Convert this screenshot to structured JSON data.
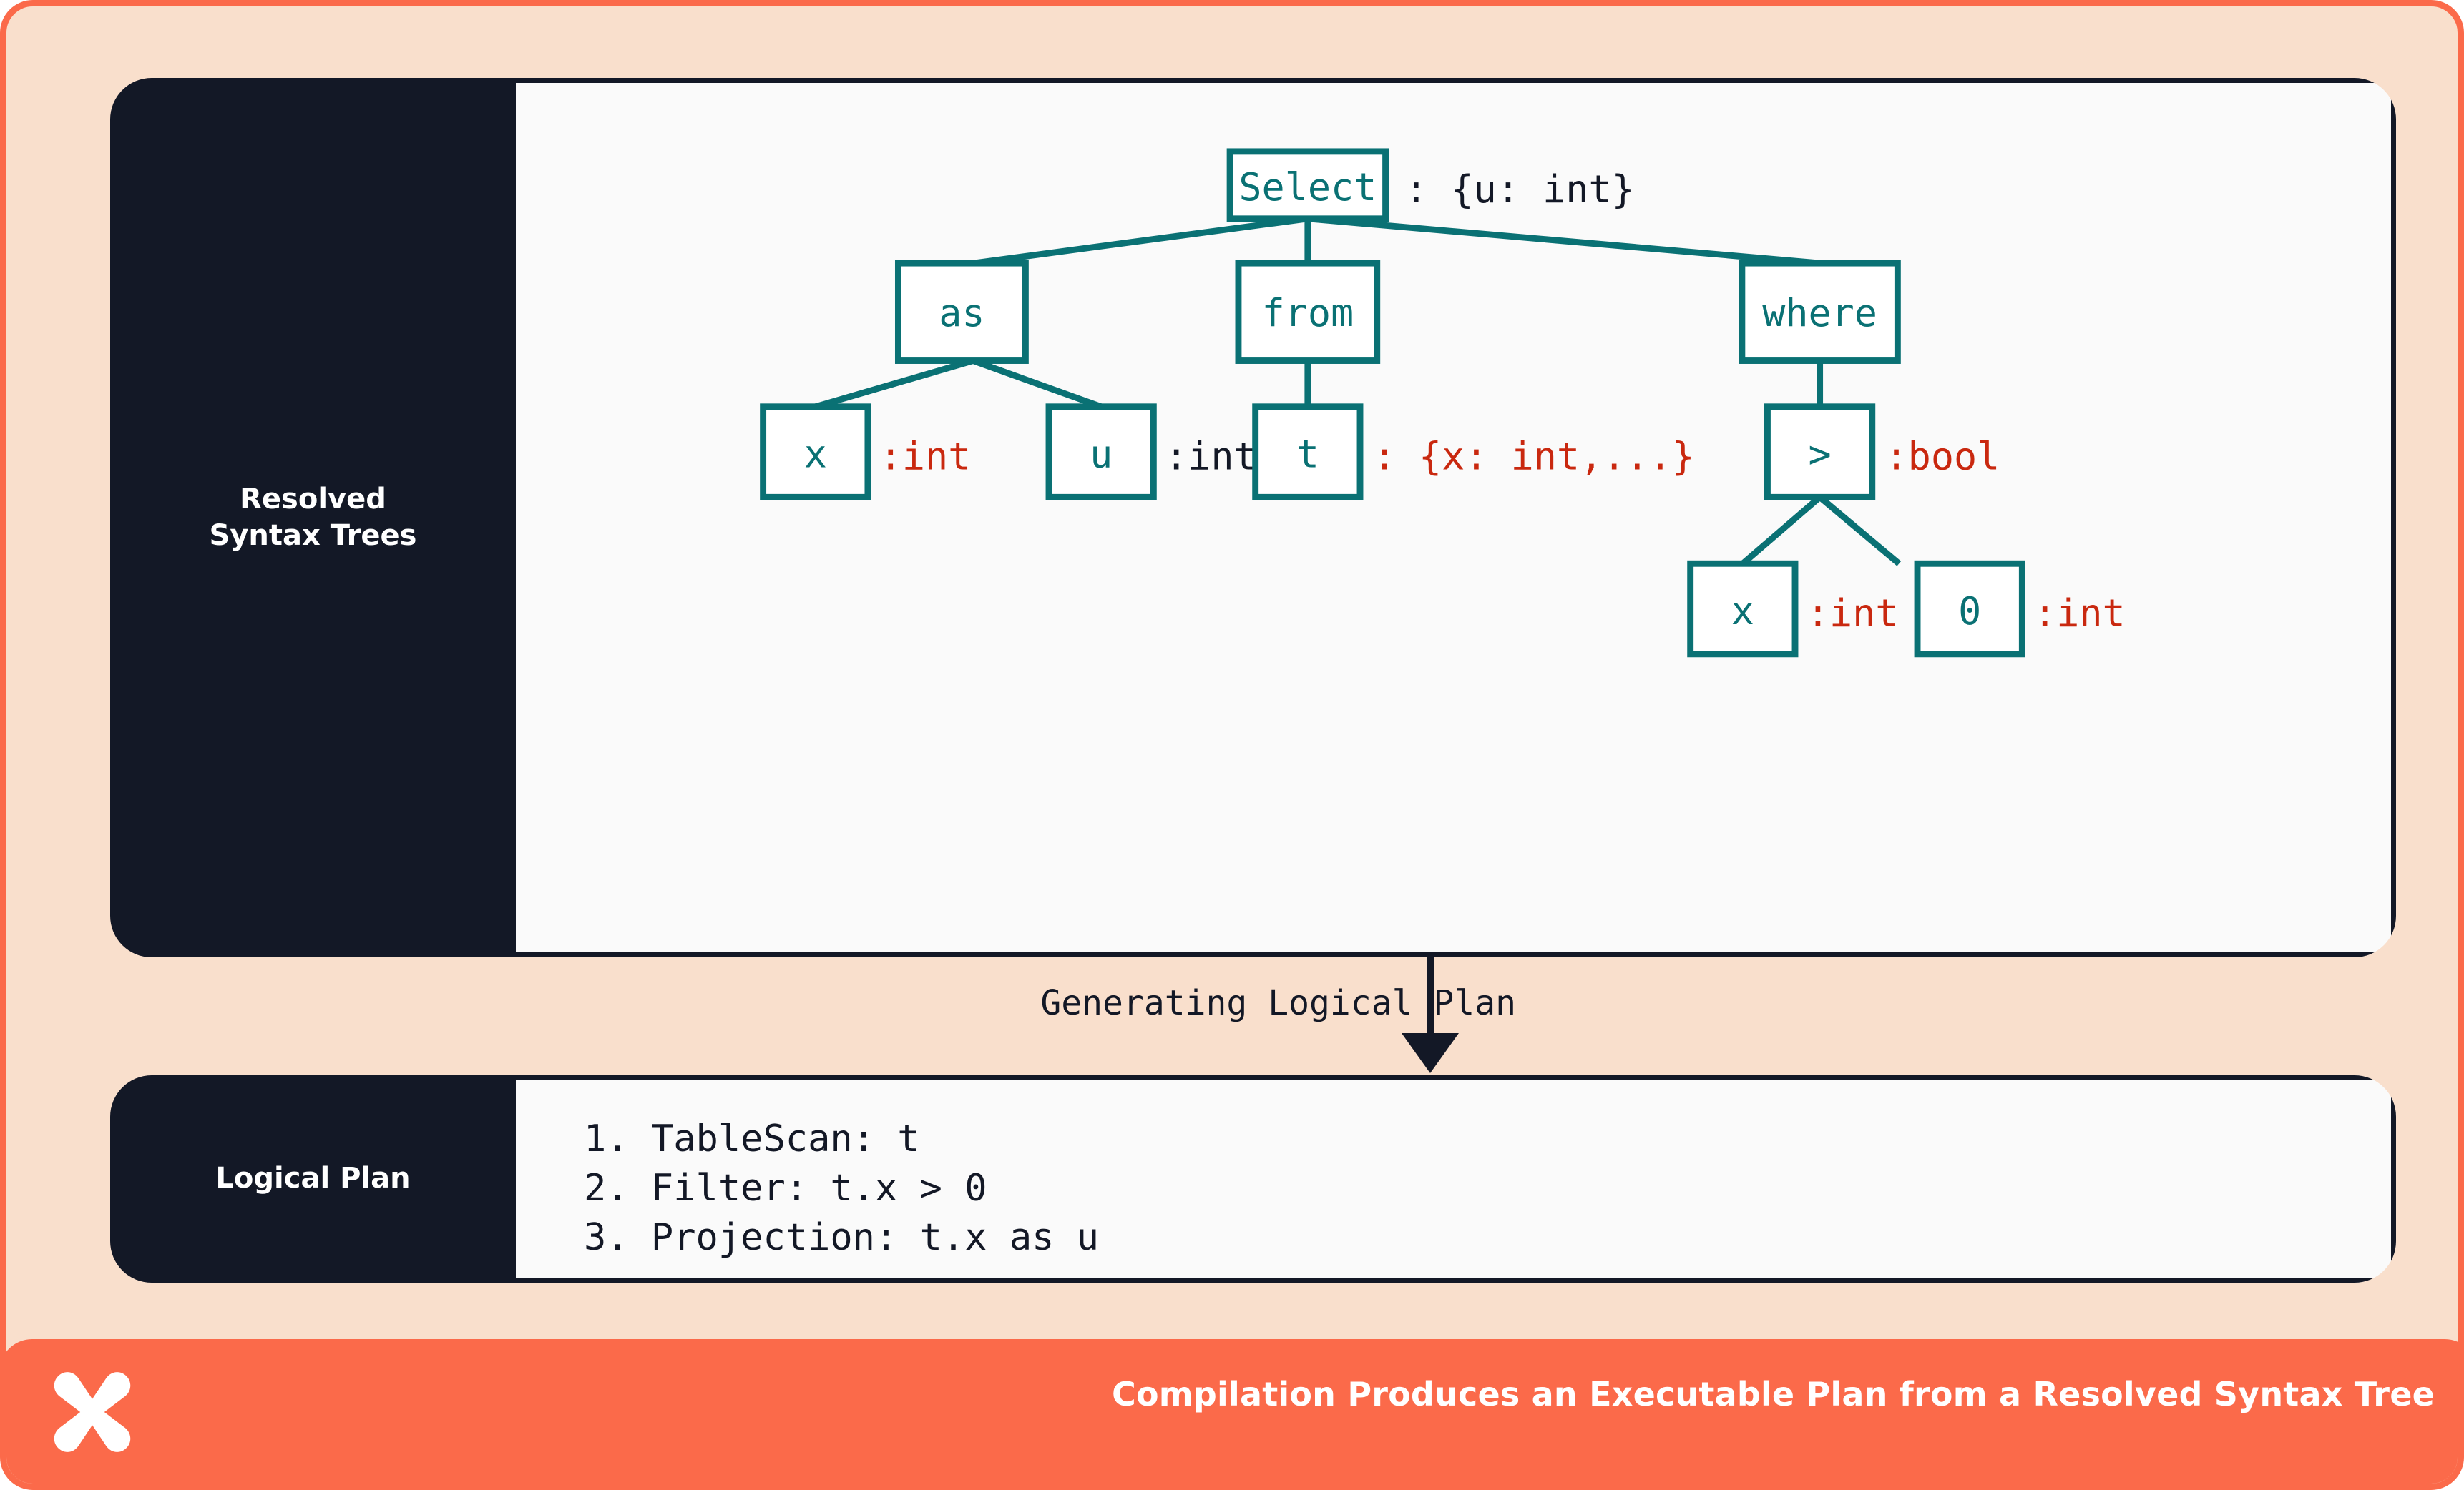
{
  "theme": {
    "page_bg": "#F9DFCC",
    "border_orange": "#FB6A4A",
    "panel_dark": "#131826",
    "panel_light": "#FAFAFA",
    "teal": "#0A7174",
    "red": "#C9280F"
  },
  "panels": {
    "rst": {
      "label_line1": "Resolved",
      "label_line2": "Syntax Trees"
    },
    "logical_plan": {
      "label": "Logical Plan"
    }
  },
  "connector": {
    "label": "Generating Logical Plan"
  },
  "tree": {
    "nodes": [
      {
        "id": "select",
        "text": "Select",
        "annotation": ": {u: int}",
        "annotation_color": "dark"
      },
      {
        "id": "as",
        "text": "as",
        "annotation": "",
        "annotation_color": "dark"
      },
      {
        "id": "from",
        "text": "from",
        "annotation": "",
        "annotation_color": "dark"
      },
      {
        "id": "where",
        "text": "where",
        "annotation": "",
        "annotation_color": "dark"
      },
      {
        "id": "as-x",
        "text": "x",
        "annotation": ":int",
        "annotation_color": "red"
      },
      {
        "id": "as-u",
        "text": "u",
        "annotation": ":int",
        "annotation_color": "dark"
      },
      {
        "id": "from-t",
        "text": "t",
        "annotation": ": {x: int,...}",
        "annotation_color": "red"
      },
      {
        "id": "gt",
        "text": ">",
        "annotation": ":bool",
        "annotation_color": "red"
      },
      {
        "id": "gt-x",
        "text": "x",
        "annotation": ":int",
        "annotation_color": "red"
      },
      {
        "id": "gt-0",
        "text": "0",
        "annotation": ":int",
        "annotation_color": "red"
      }
    ],
    "edges": [
      [
        "select",
        "as"
      ],
      [
        "select",
        "from"
      ],
      [
        "select",
        "where"
      ],
      [
        "as",
        "as-x"
      ],
      [
        "as",
        "as-u"
      ],
      [
        "from",
        "from-t"
      ],
      [
        "where",
        "gt"
      ],
      [
        "gt",
        "gt-x"
      ],
      [
        "gt",
        "gt-0"
      ]
    ]
  },
  "logical_plan": {
    "steps": [
      "1. TableScan: t",
      "2. Filter: t.x > 0",
      "3. Projection: t.x as u"
    ]
  },
  "footer": {
    "caption": "Compilation Produces an Executable Plan from a Resolved Syntax Tree",
    "logo": "butterfly-x-logo"
  }
}
